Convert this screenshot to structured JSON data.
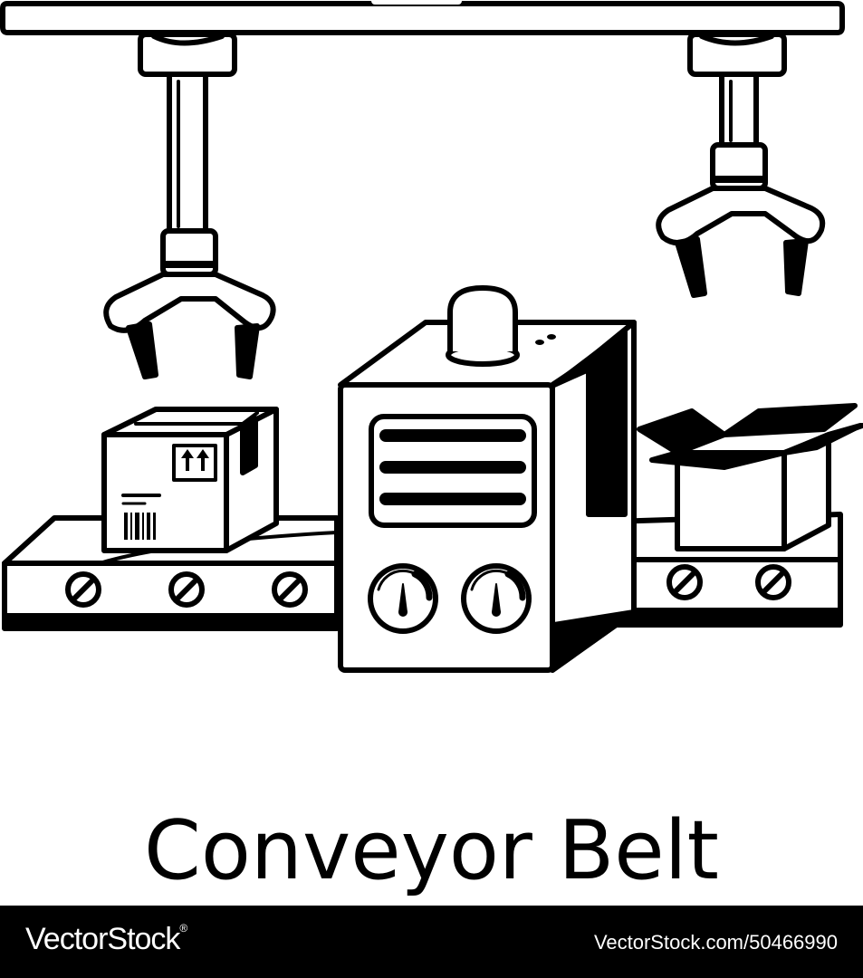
{
  "caption": "Conveyor Belt",
  "footer": {
    "brand": "VectorStock",
    "brand_mark": "®",
    "stock_id": "VectorStock.com/50466990"
  },
  "colors": {
    "ink": "#000000",
    "paper": "#ffffff"
  }
}
